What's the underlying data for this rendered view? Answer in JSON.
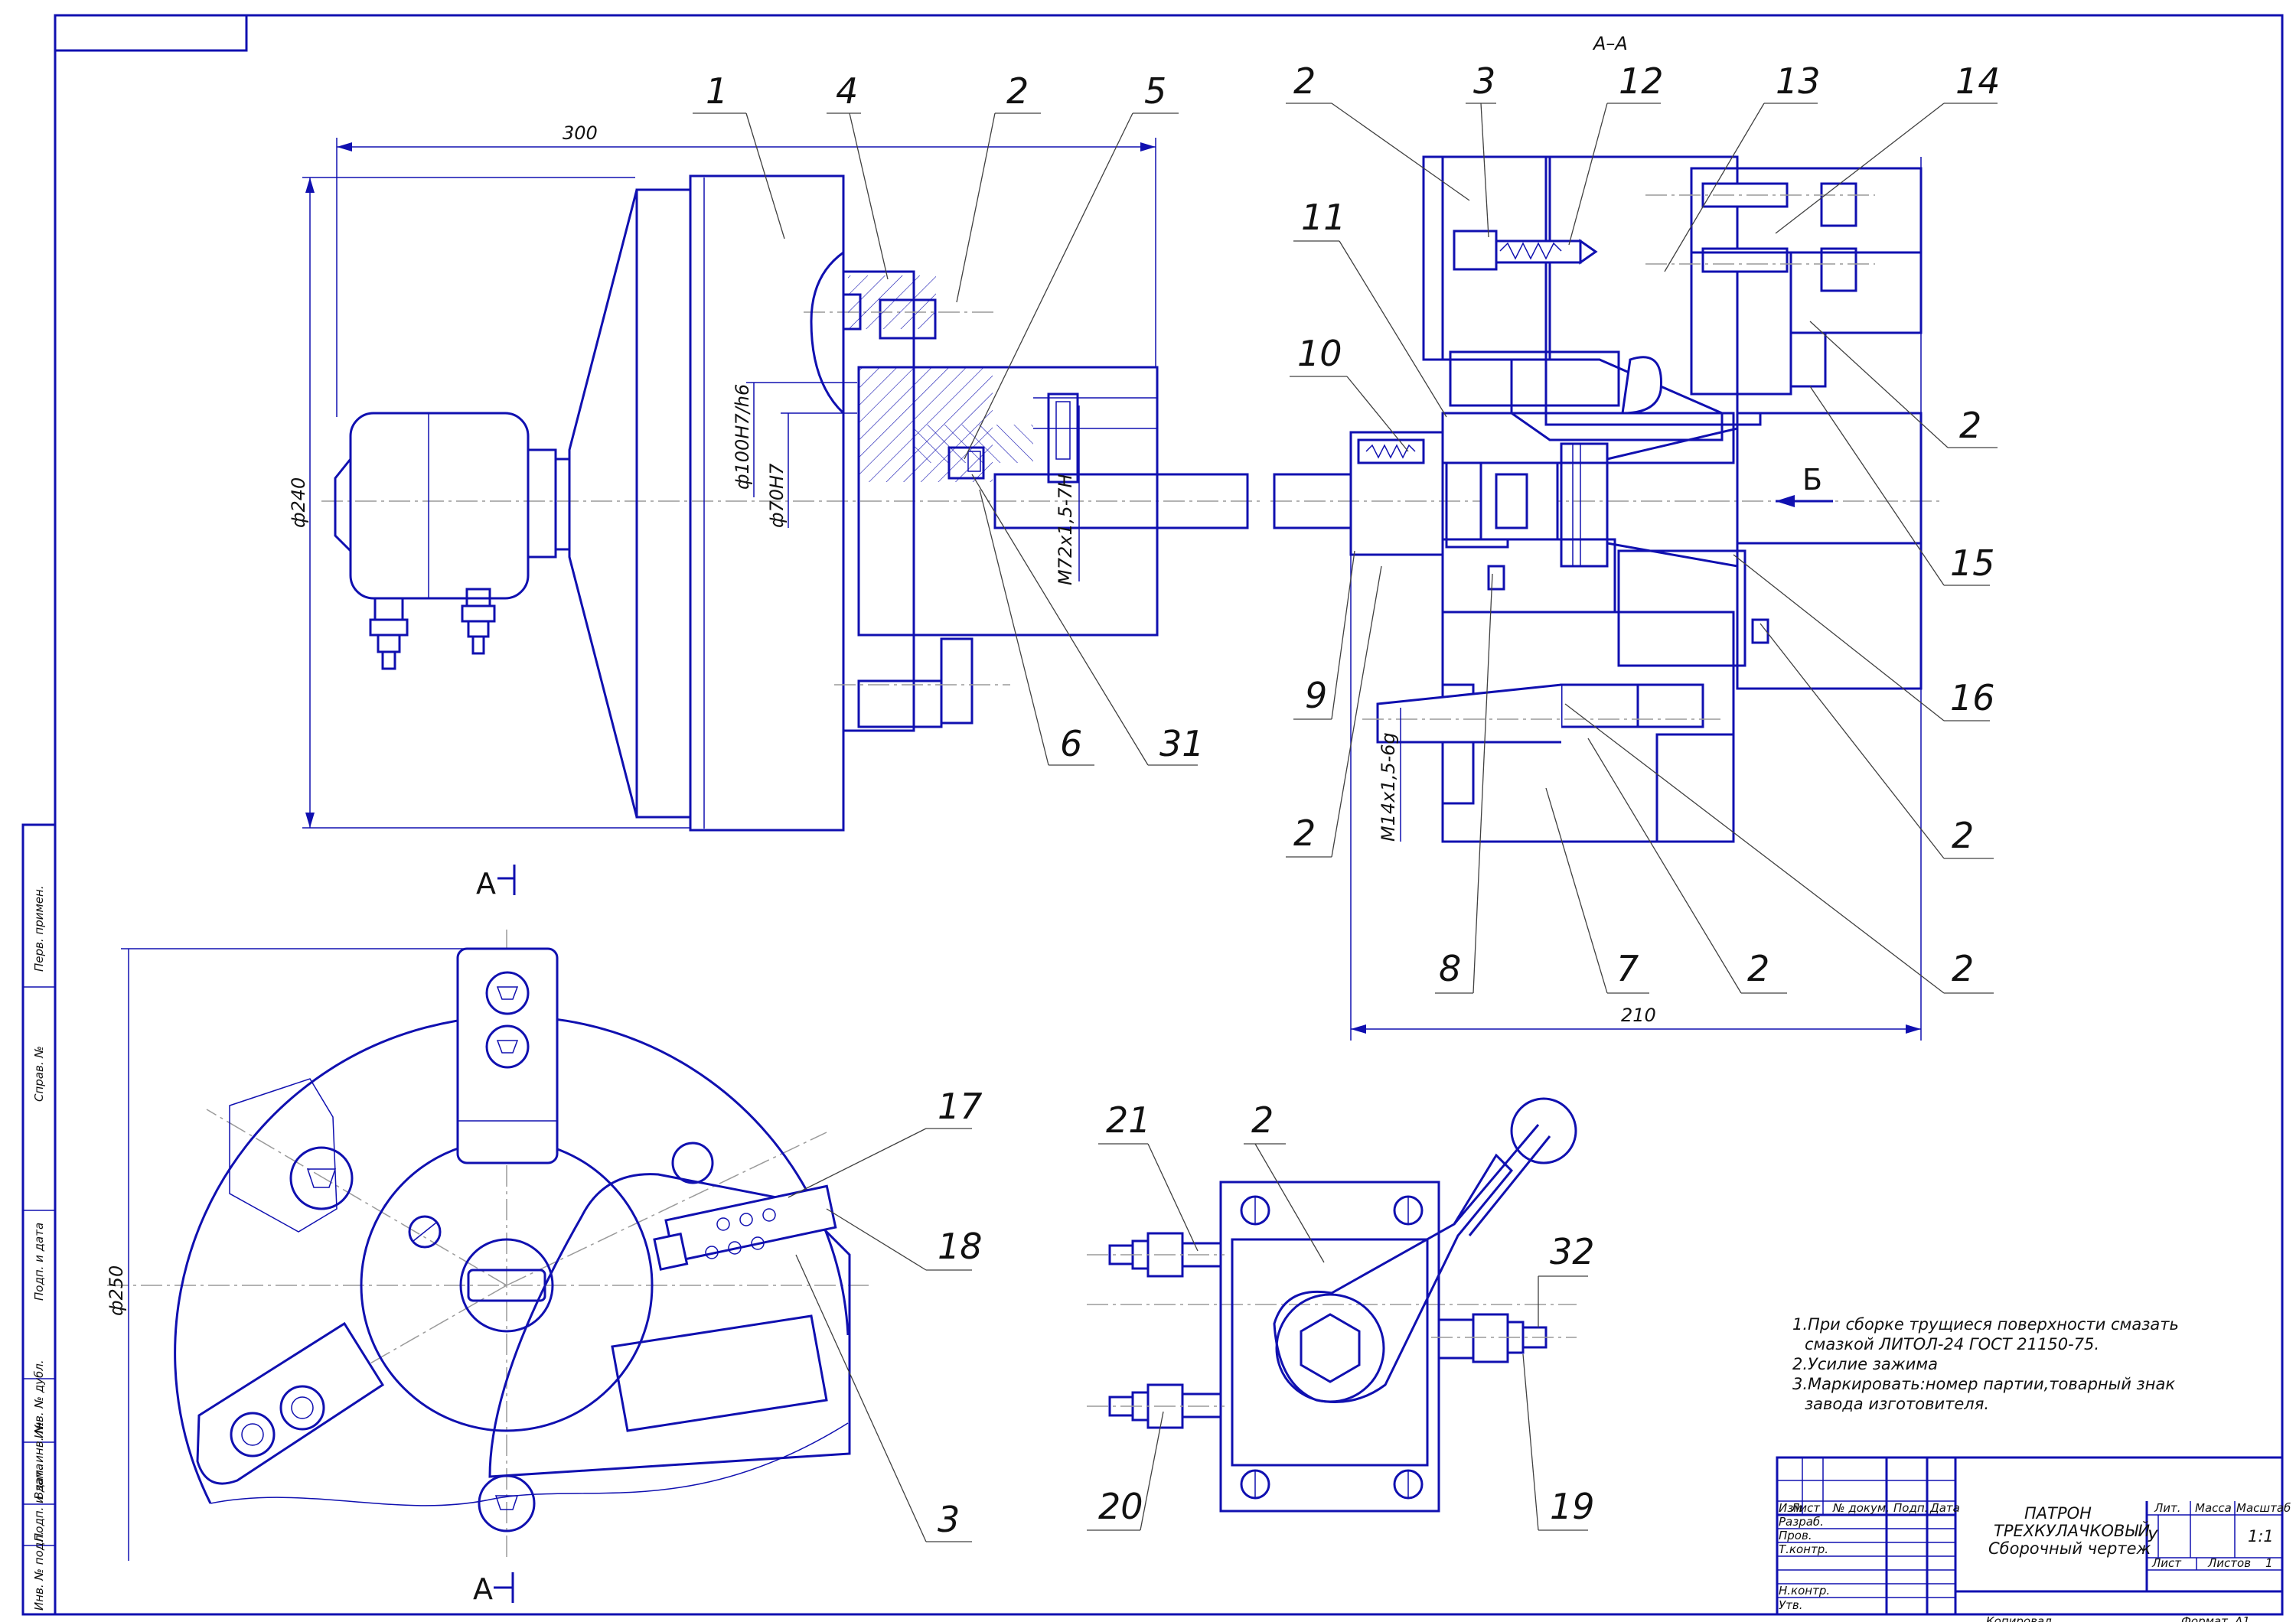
{
  "section_labels": {
    "section_aa": "А–А",
    "view_b": "Б",
    "cut_mark": "А"
  },
  "dimensions": {
    "d300": "300",
    "d240": "ф240",
    "d100": "ф100H7/h6",
    "d70": "ф70H7",
    "m72": "M72x1,5-7H",
    "d210": "210",
    "m14": "M14x1,5-6g",
    "d250": "ф250"
  },
  "callouts": [
    "1",
    "4",
    "2",
    "5",
    "6",
    "31",
    "2",
    "3",
    "12",
    "13",
    "14",
    "11",
    "10",
    "9",
    "2",
    "2",
    "15",
    "16",
    "2",
    "2",
    "8",
    "7",
    "2",
    "17",
    "18",
    "3",
    "21",
    "2",
    "32",
    "20",
    "19"
  ],
  "notes": [
    "1.При сборке трущиеся поверхности смазать",
    "смазкой ЛИТОЛ-24 ГОСТ 21150-75.",
    "2.Усилие зажима",
    "3.Маркировать:номер партии,товарный знак",
    "завода изготовителя."
  ],
  "side_column": [
    "Перв. примен.",
    "Справ. №",
    "Подп. и дата",
    "Инв. № дубл.",
    "Взам. инв. №",
    "Подп. и дата",
    "Инв. № подл."
  ],
  "title_block": {
    "head": [
      "Изм",
      "Лист",
      "№ докум.",
      "Подп.",
      "Дата"
    ],
    "roles": [
      "Разраб.",
      "Пров.",
      "Т.контр.",
      "Н.контр.",
      "Утв."
    ],
    "title_lines": [
      "ПАТРОН",
      "ТРЕХКУЛАЧКОВЫЙ",
      "Сборочный чертеж"
    ],
    "lit": "Лит.",
    "mass": "Масса",
    "scale": "Масштаб",
    "lit_value": "У",
    "scale_value": "1:1",
    "sheet": "Лист",
    "sheets": "Листов",
    "sheets_value": "1",
    "copied": "Копировал",
    "format": "Формат",
    "format_value": "А1"
  },
  "colors": {
    "line": "#1010b0",
    "axis": "#9a9a9a",
    "leader": "#404040"
  }
}
